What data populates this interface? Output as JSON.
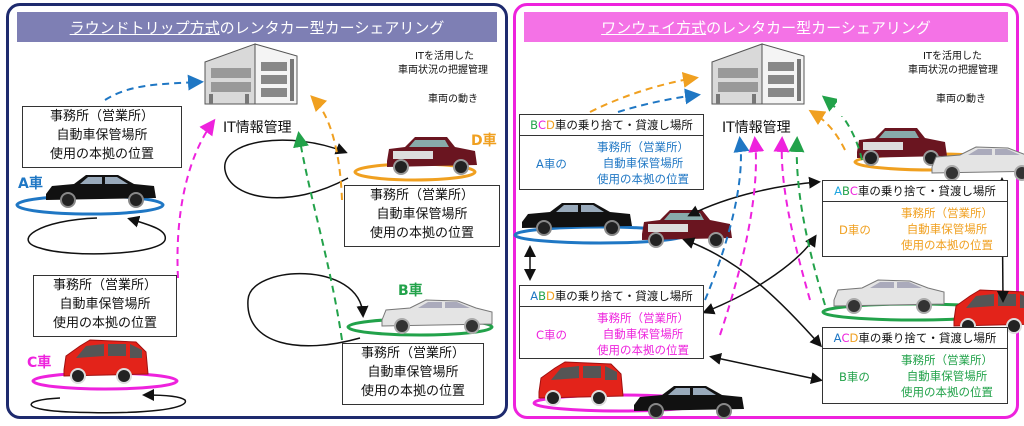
{
  "colors": {
    "left_border": "#1e2a6e",
    "right_border": "#ee22dd",
    "left_title_bg": "#7e7fb4",
    "right_title_bg": "#f472e6",
    "car_a": "#1f77c4",
    "car_b": "#22a24a",
    "car_c": "#ee22dd",
    "car_d": "#f0a020"
  },
  "left": {
    "title_underlined": "ラウンドトリップ方式",
    "title_rest": "のレンタカー型カーシェアリング",
    "it_label": "IT情報管理",
    "legend": {
      "it_line1": "ITを活用した",
      "it_line2": "車両状況の把握管理",
      "move": "車両の動き"
    },
    "cars": [
      {
        "label": "A車",
        "color": "#1f77c4"
      },
      {
        "label": "B車",
        "color": "#22a24a"
      },
      {
        "label": "C車",
        "color": "#ee22dd"
      },
      {
        "label": "D車",
        "color": "#f0a020"
      }
    ],
    "office_box": {
      "line1": "事務所（営業所）",
      "line2": "自動車保管場所",
      "line3": "使用の本拠の位置"
    }
  },
  "right": {
    "title_underlined": "ワンウェイ方式",
    "title_rest": "のレンタカー型カーシェアリング",
    "it_label": "IT情報管理",
    "legend": {
      "it_line1": "ITを活用した",
      "it_line2": "車両状況の把握管理",
      "move": "車両の動き"
    },
    "head_suffix": "車の乗り捨て・貸渡し場所",
    "vehicle_suffix": "車の",
    "stations": [
      {
        "letters": [
          "B",
          "C",
          "D"
        ],
        "letter_colors": [
          "#22a24a",
          "#ee22dd",
          "#f0a020"
        ],
        "vehicle": "A",
        "color": "#1f77c4",
        "line1": "事務所（営業所）",
        "line2": "自動車保管場所",
        "line3": "使用の本拠の位置"
      },
      {
        "letters": [
          "A",
          "B",
          "C"
        ],
        "letter_colors": [
          "#1fa6e0",
          "#22a24a",
          "#ee22dd"
        ],
        "vehicle": "D",
        "color": "#f0a020",
        "line1": "事務所（営業所）",
        "line2": "自動車保管場所",
        "line3": "使用の本拠の位置"
      },
      {
        "letters": [
          "A",
          "B",
          "D"
        ],
        "letter_colors": [
          "#1f77c4",
          "#22a24a",
          "#f0a020"
        ],
        "vehicle": "C",
        "color": "#ee22dd",
        "line1": "事務所（営業所）",
        "line2": "自動車保管場所",
        "line3": "使用の本拠の位置"
      },
      {
        "letters": [
          "A",
          "C",
          "D"
        ],
        "letter_colors": [
          "#1f77c4",
          "#ee22dd",
          "#f0a020"
        ],
        "vehicle": "B",
        "color": "#22a24a",
        "line1": "事務所（営業所）",
        "line2": "自動車保管場所",
        "line3": "使用の本拠の位置"
      }
    ]
  }
}
